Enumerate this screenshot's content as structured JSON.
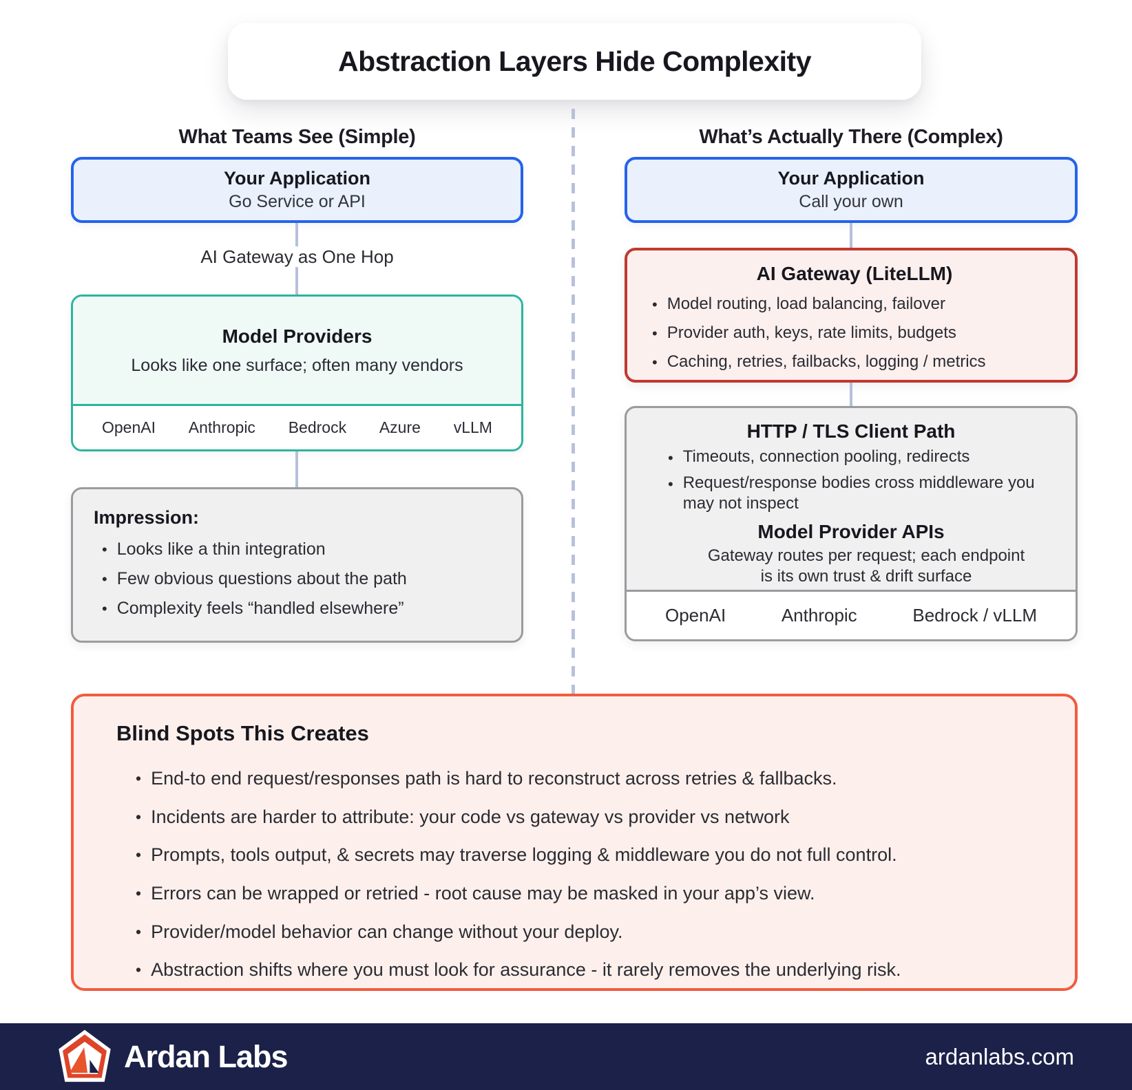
{
  "title": "Abstraction Layers Hide Complexity",
  "left_column": {
    "header": "What Teams See (Simple)",
    "app_box": {
      "title": "Your Application",
      "subtitle": "Go Service or API"
    },
    "connector_label": "AI Gateway as One Hop",
    "providers_box": {
      "title": "Model Providers",
      "subtitle": "Looks like one surface; often many vendors",
      "providers": [
        "OpenAI",
        "Anthropic",
        "Bedrock",
        "Azure",
        "vLLM"
      ]
    },
    "impression_box": {
      "title": "Impression:",
      "bullets": [
        "Looks like a thin integration",
        "Few obvious questions about the path",
        "Complexity feels “handled elsewhere”"
      ]
    }
  },
  "right_column": {
    "header": "What’s Actually There (Complex)",
    "app_box": {
      "title": "Your Application",
      "subtitle": "Call your own"
    },
    "gateway_box": {
      "title": "AI Gateway (LiteLLM)",
      "bullets": [
        "Model routing, load balancing, failover",
        "Provider auth, keys, rate limits, budgets",
        "Caching, retries, failbacks, logging / metrics"
      ]
    },
    "client_path_box": {
      "title": "HTTP / TLS Client Path",
      "bullets": [
        "Timeouts, connection pooling, redirects",
        "Request/response bodies cross middleware you may not inspect"
      ],
      "subtitle": "Model Provider APIs",
      "subtext": "Gateway routes per request; each endpoint is its own trust & drift surface",
      "providers": [
        "OpenAI",
        "Anthropic",
        "Bedrock / vLLM"
      ]
    }
  },
  "blind_spots": {
    "title": "Blind Spots This Creates",
    "bullets": [
      "End-to end request/responses path is hard to reconstruct across retries & fallbacks.",
      "Incidents are harder to attribute: your code vs gateway vs provider vs network",
      "Prompts, tools output, & secrets may traverse logging & middleware you do not full control.",
      "Errors can be wrapped or retried - root cause may be masked in your app’s view.",
      "Provider/model behavior can change without your deploy.",
      "Abstraction shifts where you must look for assurance - it rarely removes the underlying risk."
    ]
  },
  "footer": {
    "brand": "Ardan Labs",
    "website": "ardanlabs.com"
  },
  "colors": {
    "app_border": "#2563eb",
    "app_fill": "#eaf1fc",
    "providers_border": "#2cb49e",
    "providers_fill": "#effaf7",
    "gateway_border": "#c0392f",
    "gateway_fill": "#fcf0ee",
    "neutral_border": "#9b9b9f",
    "neutral_fill": "#f0f0f0",
    "blind_border": "#f15c3e",
    "blind_fill": "#fdf0ec",
    "connector": "#b7bfdc",
    "footer_bg": "#1b2149"
  }
}
